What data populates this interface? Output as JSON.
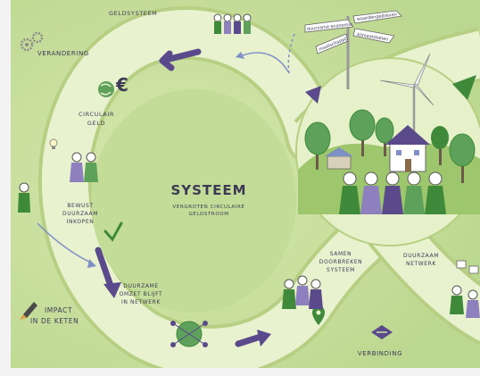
{
  "labels": {
    "top_header": "GELDSYSTEEM",
    "verandering": "VERANDERING",
    "euro_symbol": "€",
    "circulair_geld": [
      "CIRCULAIR",
      "GELD"
    ],
    "bewust_duurzaam_inkopen": [
      "BEWUST",
      "DUURZAAM",
      "INKOPEN"
    ],
    "impact_in_de_keten": [
      "IMPACT",
      "IN DE KETEN"
    ],
    "duurzame_omzet": [
      "DUURZAME",
      "OMZET BLIJFT",
      "IN NETWERK"
    ],
    "systeem_title": "SYSTEEM",
    "systeem_subtitle": [
      "VERGROTEN CIRCULAIRE",
      "GELDSTROOM"
    ],
    "samen_doorbreken": [
      "SAMEN",
      "DOORBREKEN",
      "SYSTEEM"
    ],
    "duurzaam_netwerk": [
      "DUURZAAM",
      "NETWERK"
    ],
    "verbinding": "VERBINDING"
  },
  "signpost": [
    "duurzame economie",
    "waardengedreven",
    "klimaatdoelen",
    "maatschappij"
  ],
  "colors": {
    "background": "#cfe2a6",
    "path": "#e9f2cf",
    "path_edge": "#b6cf83",
    "arrow": "#5a4a8c",
    "dark_green": "#3e8a3a",
    "purple": "#8e7fbe",
    "text": "#3d3a55"
  },
  "icons": [
    "gear-icon",
    "euro-icon",
    "globe-icon",
    "lightbulb-icon",
    "checkmark-icon",
    "rocket-icon",
    "network-icon",
    "handshake-icon",
    "location-pin-icon",
    "windmill-icon",
    "house-icon",
    "signpost-icon",
    "thumbs-up-icon"
  ]
}
